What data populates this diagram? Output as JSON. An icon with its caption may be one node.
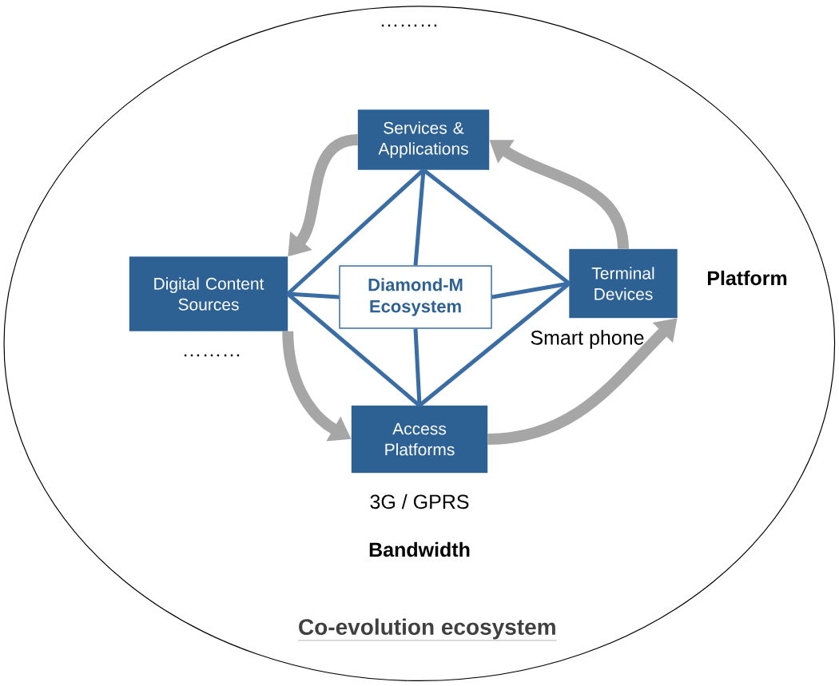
{
  "diagram": {
    "nodes": [
      {
        "text": [
          "Co-evolution ecosystem"
        ]
      },
      {
        "text": [
          "Services & Applications"
        ],
        "in": 0
      },
      {
        "text": [
          "Digital Content Sources"
        ],
        "in": 0
      },
      {
        "text": [
          "Diamond-M Ecosystem"
        ],
        "in": 0
      },
      {
        "text": [
          "Terminal Devices"
        ],
        "in": 0,
        "beside": [
          "Smart phone"
        ]
      },
      {
        "text": [
          "Access Platforms"
        ],
        "in": 0,
        "beside": [
          "3G / GPRS"
        ]
      }
    ],
    "edges": [
      {
        "from": 1,
        "to": 2,
        "arrow": "none"
      },
      {
        "from": 1,
        "to": 4,
        "arrow": "none"
      },
      {
        "from": 2,
        "to": 5,
        "arrow": "none"
      },
      {
        "from": 4,
        "to": 5,
        "arrow": "none"
      },
      {
        "from": 1,
        "to": 3,
        "arrow": "none"
      },
      {
        "from": 3,
        "to": 5,
        "arrow": "none"
      },
      {
        "from": 2,
        "to": 3,
        "arrow": "none"
      },
      {
        "from": 3,
        "to": 4,
        "arrow": "none"
      },
      {
        "from": 1,
        "to": 2,
        "arrow": "to",
        "style": "thick",
        "color": "#a6a6a6"
      },
      {
        "from": 2,
        "to": 5,
        "arrow": "to",
        "style": "thick",
        "color": "#a6a6a6"
      },
      {
        "from": 5,
        "to": 4,
        "arrow": "to",
        "style": "thick",
        "color": "#a6a6a6"
      },
      {
        "from": 4,
        "to": 1,
        "arrow": "to",
        "style": "thick",
        "color": "#a6a6a6"
      }
    ],
    "labels": [
      "………",
      "Platform",
      "………",
      "Bandwidth"
    ]
  }
}
